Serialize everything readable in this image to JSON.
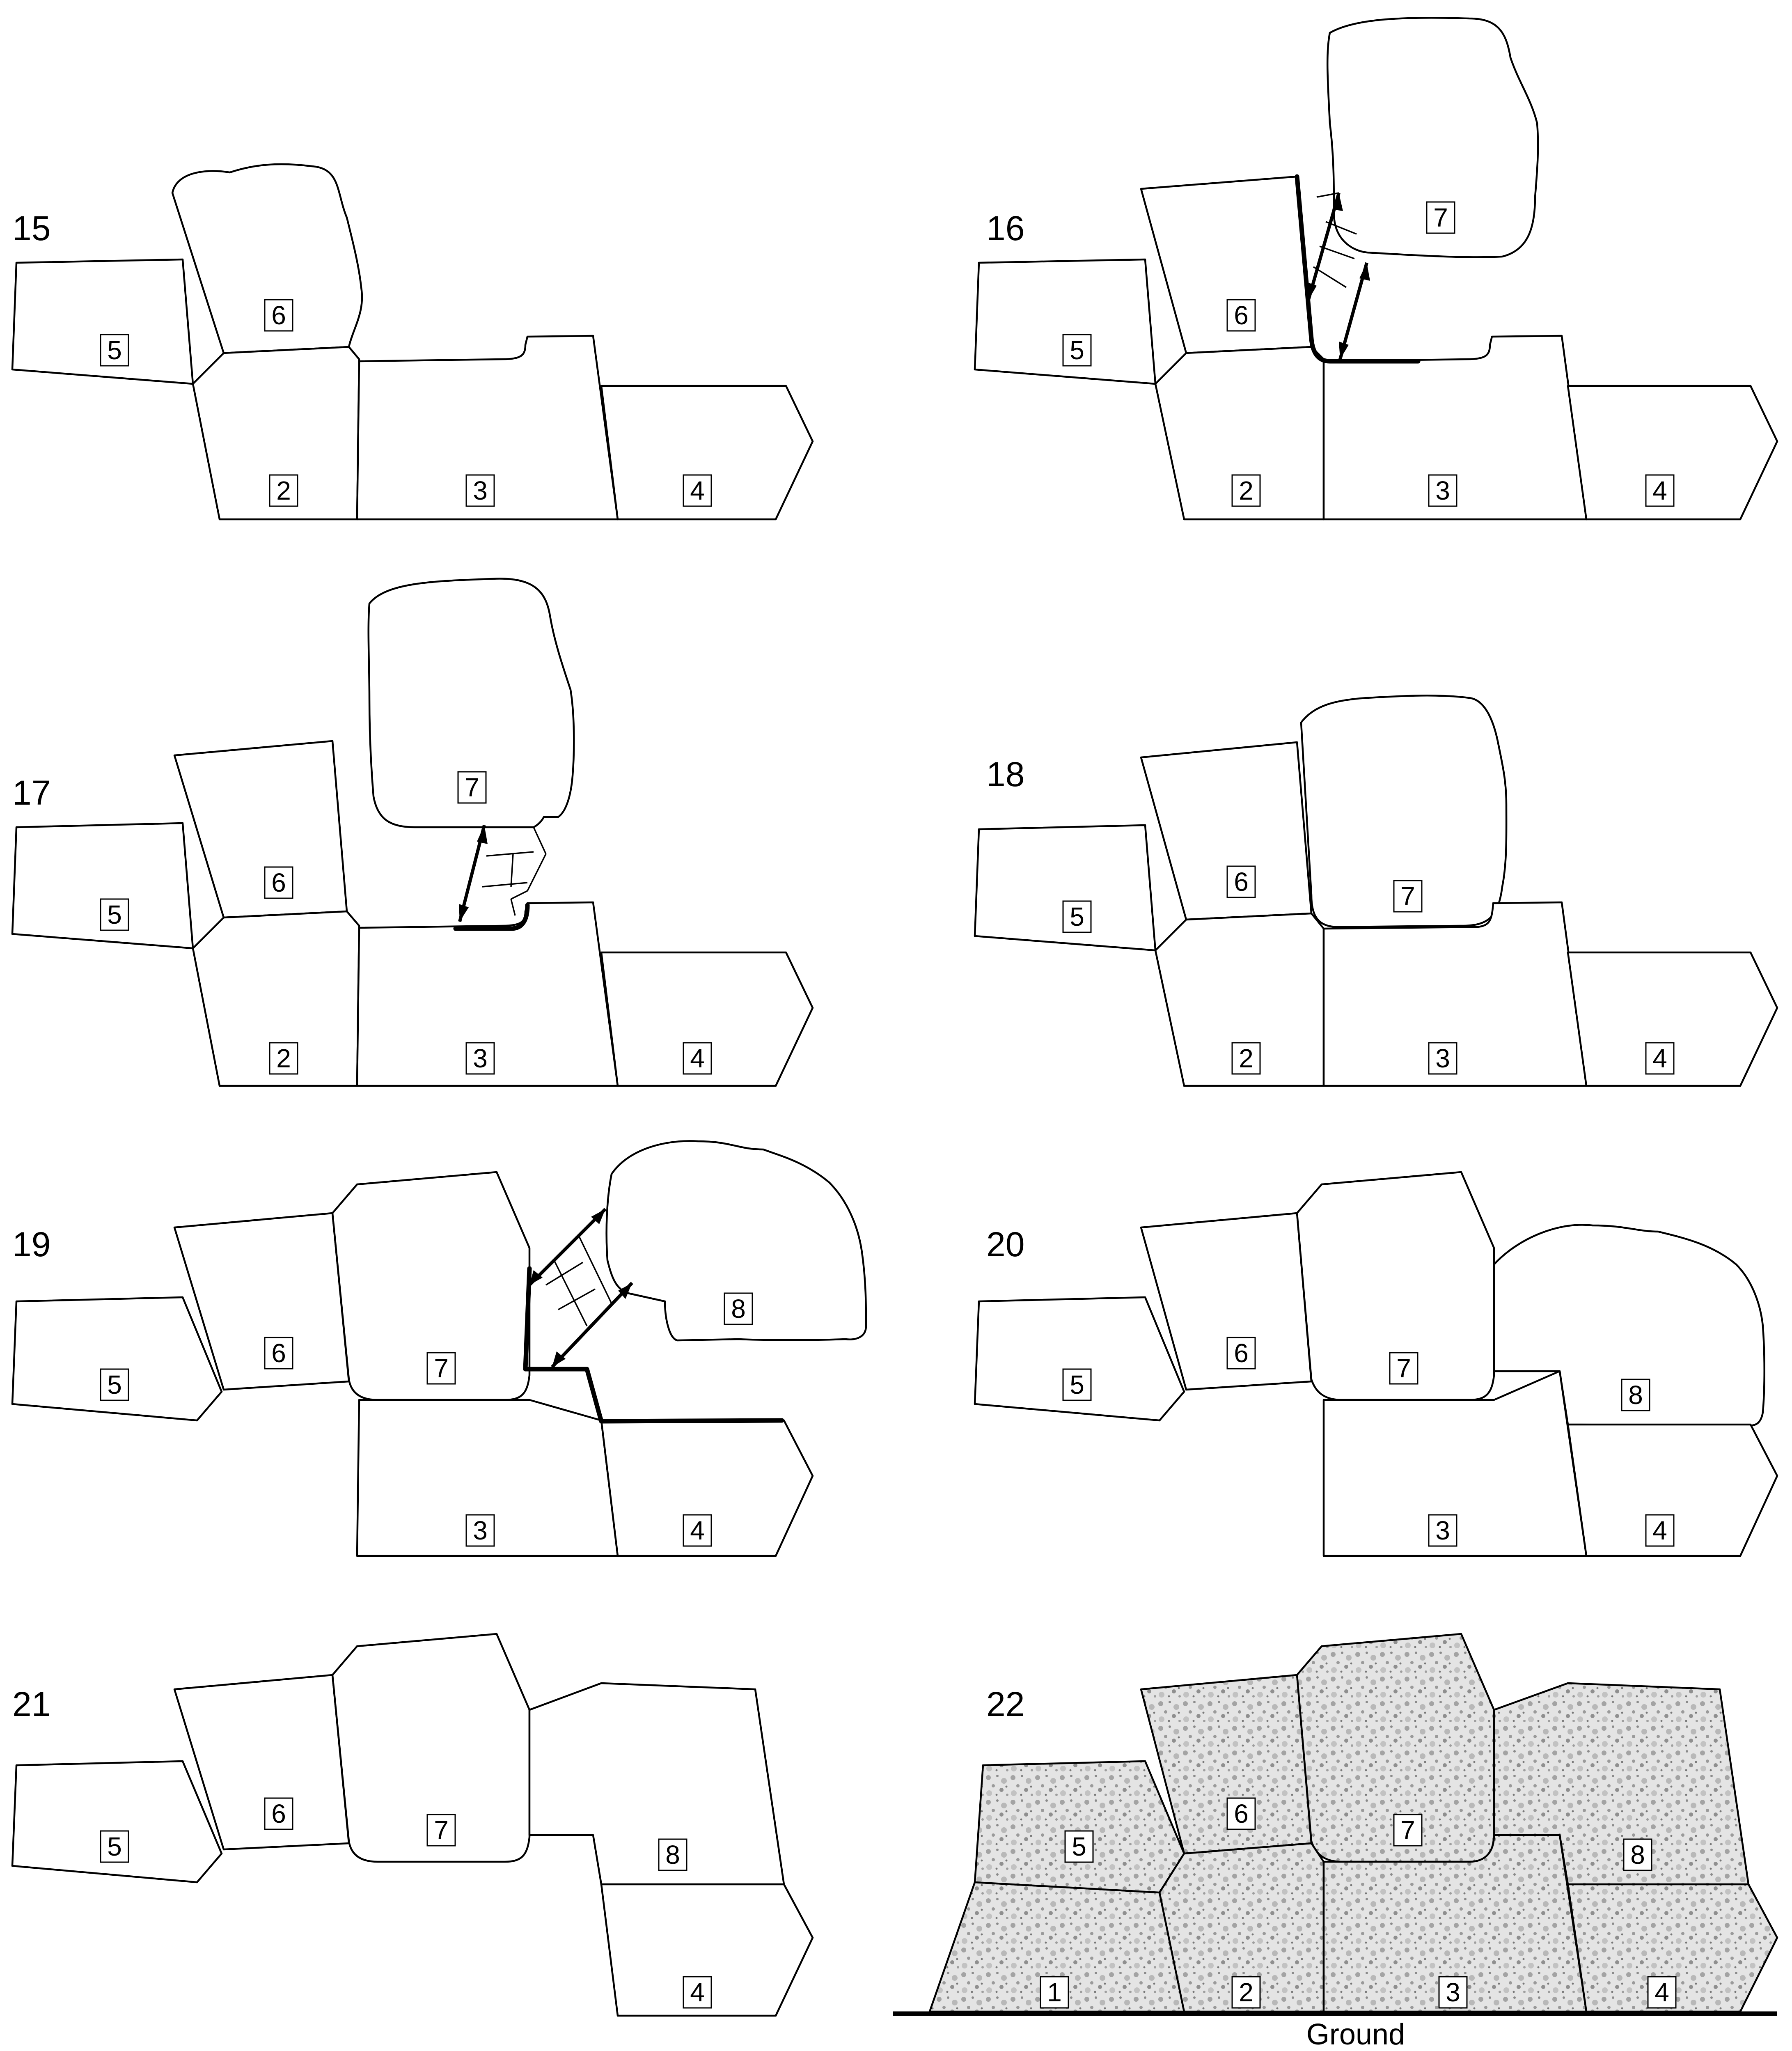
{
  "panels": [
    {
      "step": "15",
      "labels": [
        "5",
        "6",
        "2",
        "3",
        "4"
      ]
    },
    {
      "step": "16",
      "labels": [
        "7",
        "5",
        "6",
        "2",
        "3",
        "4"
      ]
    },
    {
      "step": "17",
      "labels": [
        "7",
        "5",
        "6",
        "2",
        "3",
        "4"
      ]
    },
    {
      "step": "18",
      "labels": [
        "5",
        "6",
        "7",
        "2",
        "3",
        "4"
      ]
    },
    {
      "step": "19",
      "labels": [
        "5",
        "6",
        "7",
        "8",
        "3",
        "4"
      ]
    },
    {
      "step": "20",
      "labels": [
        "5",
        "6",
        "7",
        "8",
        "3",
        "4"
      ]
    },
    {
      "step": "21",
      "labels": [
        "5",
        "6",
        "7",
        "8",
        "4"
      ]
    },
    {
      "step": "22",
      "labels": [
        "5",
        "6",
        "7",
        "8",
        "1",
        "2",
        "3",
        "4"
      ],
      "ground_label": "Ground"
    }
  ],
  "colors": {
    "ink": "#000000",
    "stone_fill": "#ffffff",
    "granite_base": "#e3e3e3",
    "granite_speckle": "#9a9a9a"
  }
}
